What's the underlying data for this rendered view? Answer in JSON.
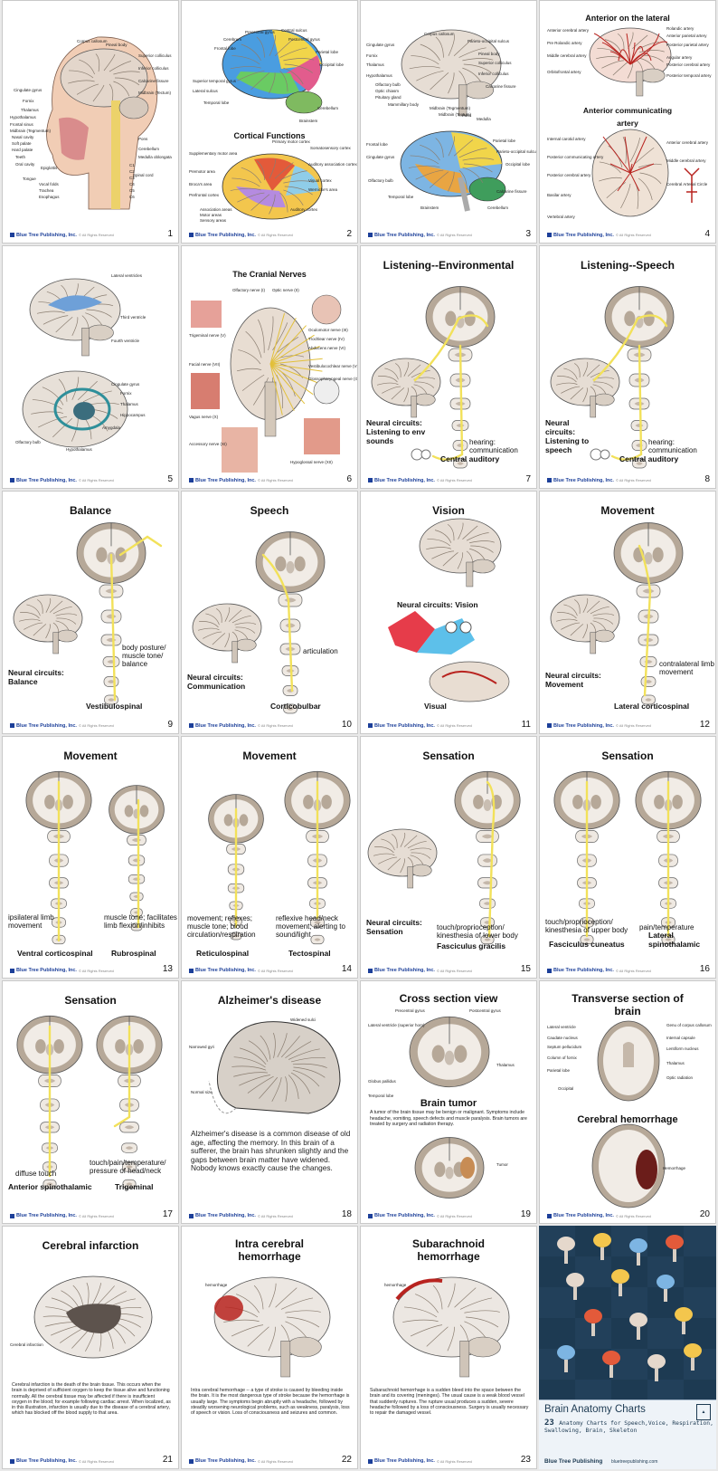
{
  "publisher": "Blue Tree Publishing, Inc.",
  "copyright": "© All Rights Reserved",
  "cards": [
    {
      "num": "1",
      "labels": [
        "Corpus callosum",
        "Pineal body",
        "Superior colliculus",
        "Inferior colliculus",
        "Cingulate gyrus",
        "Fornix",
        "Thalamus",
        "Hypothalamus",
        "Frontal sinus",
        "Midbrain (Tegmentum)",
        "Nasal cavity",
        "Soft palate",
        "Hard palate",
        "Teeth",
        "Oral cavity",
        "Tongue",
        "Epiglottis",
        "Vocal folds",
        "Trachea",
        "Esophagus",
        "Pons",
        "Cerebellum",
        "Medulla oblongata",
        "Spinal cord",
        "C1",
        "C2",
        "C3",
        "C4",
        "C5",
        "C6",
        "Calcarine fissure",
        "Midbrain (Tectum)"
      ]
    },
    {
      "num": "2",
      "labels": [
        "Central sulcus",
        "Precentral gyrus",
        "Postcentral gyrus",
        "Cerebrum",
        "Parietal lobe",
        "Frontal lobe",
        "Occipital lobe",
        "Superior temporal gyrus",
        "Lateral sulcus",
        "Temporal lobe",
        "Cerebellum",
        "Brainstem"
      ],
      "heading": "Cortical Functions",
      "labels2": [
        "Primary motor cortex",
        "Somatosensory cortex",
        "Supplementary motor area",
        "Auditory association cortex",
        "Premotor area",
        "Visual cortex",
        "Broca's area",
        "Wernicke's area",
        "Prefrontal cortex",
        "Auditory cortex"
      ],
      "legend": [
        "Association areas",
        "Motor areas",
        "Sensory areas"
      ]
    },
    {
      "num": "3",
      "labels": [
        "Corpus callosum",
        "Parieto-occipital sulcus",
        "Pineal body",
        "Superior colliculus",
        "Inferior colliculus",
        "Calcarine fissure",
        "Cingulate gyrus",
        "Fornix",
        "Thalamus",
        "Hypothalamus",
        "Olfactory bulb",
        "Optic chiasm",
        "Pituitary gland",
        "Mammillary body",
        "Midbrain (Tegmentum)",
        "Midbrain (Tectum)",
        "Pons",
        "Medulla",
        "Parietal lobe",
        "Parieto-occipital sulcus",
        "Occipital lobe",
        "Frontal lobe",
        "Cingulate gyrus",
        "Olfactory bulb",
        "Temporal lobe",
        "Calcarine fissure",
        "Brainstem",
        "Cerebellum"
      ]
    },
    {
      "num": "4",
      "title": "Anterior on the lateral",
      "labels": [
        "Anterior cerebral artery",
        "Rolandic artery",
        "Anterior parietal artery",
        "Pre Rolandic artery",
        "Posterior parietal artery",
        "Middle cerebral artery",
        "Angular artery",
        "Posterior cerebral artery",
        "Orbitofrontal artery",
        "Posterior temporal artery"
      ],
      "title2": "Anterior communicating artery",
      "labels2": [
        "Internal carotid artery",
        "Anterior cerebral artery",
        "Posterior communicating artery",
        "Middle cerebral artery",
        "Posterior cerebral artery",
        "Cerebral Arterial Circle",
        "Basilar artery",
        "Vertebral artery"
      ]
    },
    {
      "num": "5",
      "labels": [
        "Lateral ventricles",
        "Third ventricle",
        "Fourth ventricle",
        "Cingulate gyrus",
        "Fornix",
        "Thalamus",
        "Hippocampus",
        "Amygdala",
        "Olfactory bulb",
        "Hypothalamus"
      ]
    },
    {
      "num": "6",
      "title": "The Cranial Nerves",
      "labels": [
        "Olfactory nerve (I)",
        "Optic nerve (II)",
        "Oculomotor nerve (III)",
        "Trochlear nerve (IV)",
        "Trigeminal nerve (V)",
        "Abducens nerve (VI)",
        "Facial nerve (VII)",
        "Vestibulocochlear nerve (VIII)",
        "Glossopharyngeal nerve (IX)",
        "Vagus nerve (X)",
        "Accessory nerve (XI)",
        "Hypoglossal nerve (XII)"
      ]
    },
    {
      "num": "7",
      "title": "Listening--Environmental",
      "caption1": "Neural circuits: Listening to env sounds",
      "caption2": "hearing: communication",
      "caption3": "Central auditory"
    },
    {
      "num": "8",
      "title": "Listening--Speech",
      "caption1": "Neural circuits: Listening to speech",
      "caption2": "hearing: communication",
      "caption3": "Central auditory"
    },
    {
      "num": "9",
      "title": "Balance",
      "caption1": "Neural circuits: Balance",
      "caption2": "body posture/ muscle tone/ balance",
      "caption3": "Vestibulospinal"
    },
    {
      "num": "10",
      "title": "Speech",
      "caption1": "Neural circuits: Communication",
      "caption2": "articulation",
      "caption3": "Corticobulbar"
    },
    {
      "num": "11",
      "title": "Vision",
      "caption1": "Neural circuits: Vision",
      "caption3": "Visual"
    },
    {
      "num": "12",
      "title": "Movement",
      "caption1": "Neural circuits: Movement",
      "caption2": "contralateral limb movement",
      "caption3": "Lateral corticospinal"
    },
    {
      "num": "13",
      "title": "Movement",
      "caption1": "ipsilateral limb movement",
      "caption2": "muscle tone; facilitates limb flexion/inhibits",
      "caption3": "Ventral corticospinal",
      "caption4": "Rubrospinal"
    },
    {
      "num": "14",
      "title": "Movement",
      "caption1": "movement; reflexes; muscle tone; blood circulation/respiration",
      "caption2": "reflexive head/neck movement; alerting to sound/light",
      "caption3": "Reticulospinal",
      "caption4": "Tectospinal"
    },
    {
      "num": "15",
      "title": "Sensation",
      "caption1": "Neural circuits: Sensation",
      "caption2": "touch/proprioception/ kinesthesia of lower body",
      "caption3": "Fasciculus gracilis"
    },
    {
      "num": "16",
      "title": "Sensation",
      "caption1": "touch/proprioception/ kinesthesia of upper body",
      "caption2": "pain/temperature",
      "caption3": "Fasciculus cuneatus",
      "caption4": "Lateral spinothalamic"
    },
    {
      "num": "17",
      "title": "Sensation",
      "caption1": "diffuse touch",
      "caption2": "touch/pain/temperature/ pressure of head/neck",
      "caption3": "Anterior spinothalamic",
      "caption4": "Trigeminal"
    },
    {
      "num": "18",
      "title": "Alzheimer's disease",
      "labels": [
        "Narrowed gyri",
        "Widened sulci",
        "Normal size"
      ],
      "text": "Alzheimer's disease is a common disease of old age, affecting the memory. In this brain of a sufferer, the brain has shrunken slightly and the gaps between brain matter have widened. Nobody knows exactly cause the changes."
    },
    {
      "num": "19",
      "title": "Cross section view",
      "labels": [
        "Precentral gyrus",
        "Postcentral gyrus",
        "Lateral ventricle (superior horn)",
        "Thalamus",
        "Globus pallidus",
        "Temporal lobe",
        "Tumor"
      ],
      "title2": "Brain tumor",
      "text": "A tumor of the brain tissue may be benign or malignant. Symptoms include headache, vomiting, speech defects and muscle paralysis. Brain tumors are treated by surgery and radiation therapy."
    },
    {
      "num": "20",
      "title": "Transverse section of brain",
      "labels": [
        "Lateral ventricle",
        "Genu of corpus callosum",
        "Caudate nucleus",
        "Internal capsule",
        "Septum pellucidum",
        "Lentiform nucleus",
        "Column of fornix",
        "Thalamus",
        "Parietal lobe",
        "Optic radiation",
        "Occipital",
        "Hemorrhage"
      ],
      "title2": "Cerebral hemorrhage"
    },
    {
      "num": "21",
      "title": "Cerebral infarction",
      "labels": [
        "Cerebral infarction"
      ],
      "text": "Cerebral infarction is the death of the brain tissue. This occurs when the brain is deprived of sufficient oxygen to keep the tissue alive and functioning normally. All the cerebral tissue may be affected if there is insufficient oxygen in the blood; for example following cardiac arrest. When localized, as in this illustration, infarction is usually due to the disease of a cerebral artery, which has blocked off the blood supply to that area."
    },
    {
      "num": "22",
      "title": "Intra cerebral hemorrhage",
      "labels": [
        "hemorrhage"
      ],
      "text": "Intra cerebral hemorrhage -- a type of stroke is caused by bleeding inside the brain. It is the most dangerous type of stroke because the hemorrhage is usually large. The symptoms begin abruptly with a headache, followed by steadily worsening neurological problems, such as weakness, paralysis, loss of speech or vision. Loss of consciousness and seizures and common."
    },
    {
      "num": "23",
      "title": "Subarachnoid hemorrhage",
      "labels": [
        "hemorrhage"
      ],
      "text": "Subarachnoid hemorrhage is a sudden bleed into the space between the brain and its covering (meninges). The usual cause is a weak blood vessel that suddenly ruptures. The rupture usual produces a sudden, severe headache followed by a loss of consciousness. Surgery is usually necessary to repair the damaged vessel."
    }
  ],
  "cover": {
    "title": "Brain Anatomy Charts",
    "count": "23",
    "subtitle": "Anatomy Charts for Speech,Voice, Respiration, Swallowing, Brain, Skeleton",
    "publisher": "Blue Tree Publishing",
    "url": "bluetreepublishing.com"
  },
  "colors": {
    "pathway": "#f2e15a",
    "brain_fill": "#f1ece6",
    "gray_matter": "#b6a898",
    "cover_bg": "#1d3a52",
    "hemorrhage": "#b8231f"
  }
}
